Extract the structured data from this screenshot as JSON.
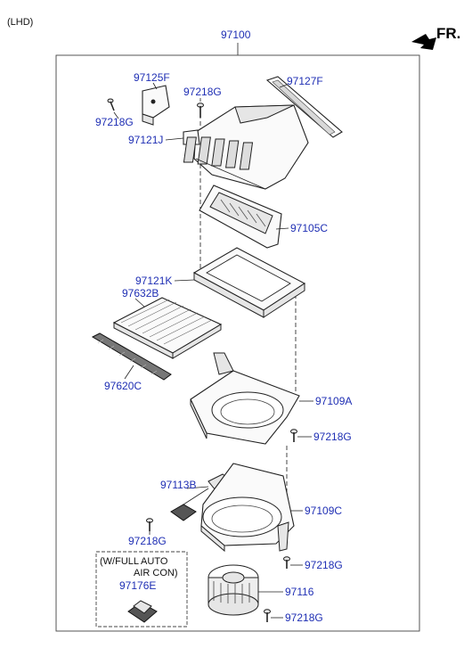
{
  "header": {
    "variant": "(LHD)",
    "assembly_no": "97100",
    "direction": "FR."
  },
  "parts": {
    "p97125F": "97125F",
    "p97218G_a": "97218G",
    "p97218G_b": "97218G",
    "p97121J": "97121J",
    "p97127F": "97127F",
    "p97105C": "97105C",
    "p97121K": "97121K",
    "p97632B": "97632B",
    "p97620C": "97620C",
    "p97109A": "97109A",
    "p97218G_c": "97218G",
    "p97113B": "97113B",
    "p97109C": "97109C",
    "p97218G_d": "97218G",
    "p97218G_e": "97218G",
    "p97116": "97116",
    "p97218G_f": "97218G"
  },
  "note_box": {
    "line1": "(W/FULL AUTO",
    "line2": "AIR CON)",
    "part": "97176E"
  },
  "colors": {
    "label": "#1f2fb4",
    "line": "#222222"
  }
}
